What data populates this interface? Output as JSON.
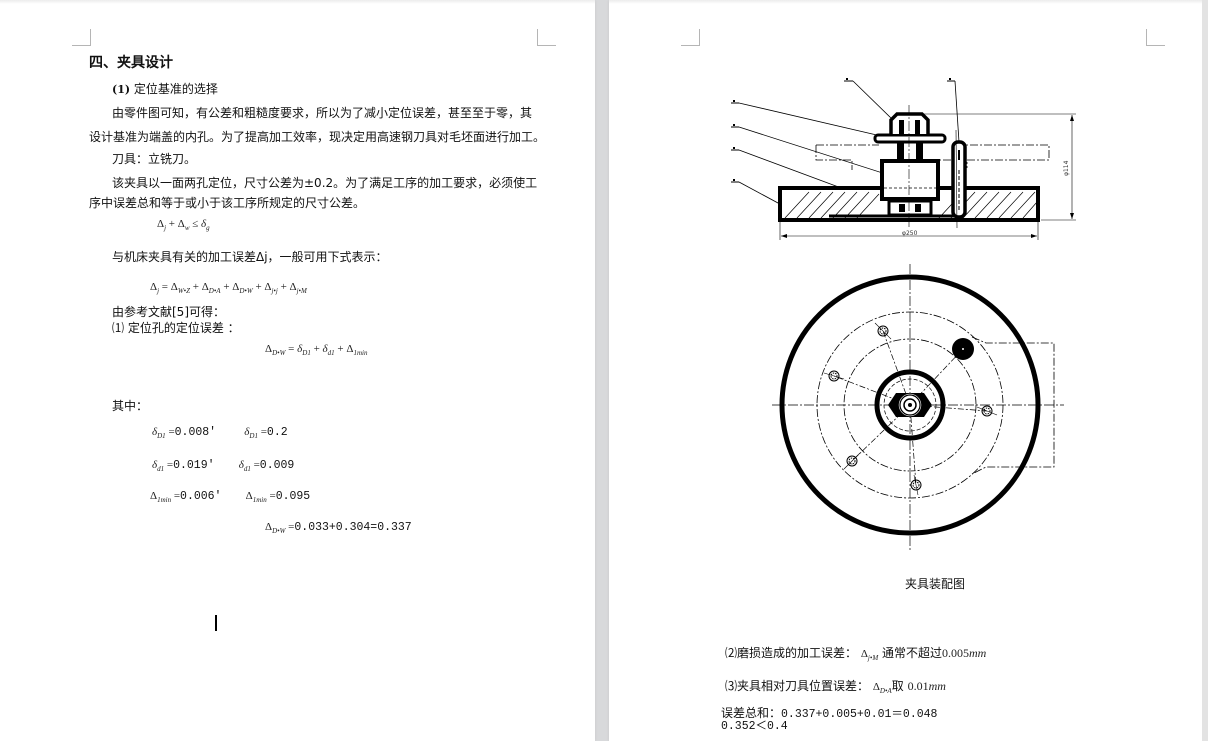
{
  "left_page": {
    "heading": "四、夹具设计",
    "subheading_num": "(1)",
    "subheading": " 定位基准的选择",
    "para1_line1": "由零件图可知，有公差和粗糙度要求，所以为了减小定位误差，甚至至于零，其",
    "para1_line2": "设计基准为端盖的内孔。为了提高加工效率，现决定用高速钢刀具对毛坯面进行加工。",
    "tool_line": "刀具：立铣刀。",
    "para2_line1": "该夹具以一面两孔定位，尺寸公差为±0.2。为了满足工序的加工要求，必须使工",
    "para2_line2": "序中误差总和等于或小于该工序所规定的尺寸公差。",
    "formula1": "Δj + Δw ≤ δg",
    "para3": "与机床夹具有关的加工误差Δj，一般可用下式表示：",
    "formula2": "Δj = ΔW•Z + ΔD•A + ΔD•W + Δj•j + Δj•M",
    "ref_line": "由参考文献[5]可得：",
    "item1": "⑴ 定位孔的定位误差 ：",
    "formula3": "ΔD•W = δD1 + δd1 + Δ1min",
    "where": "其中：",
    "values": [
      {
        "sym": "δD1",
        "val": "0.008'",
        "sym2": "δD1",
        "val2": "0.2"
      },
      {
        "sym": "δd1",
        "val": "0.019'",
        "sym2": "δd1",
        "val2": "0.009"
      },
      {
        "sym": "Δ1min",
        "val": "0.006'",
        "sym2": "Δ1min",
        "val2": "0.095"
      }
    ],
    "result_sym": "ΔD•W",
    "result_val": "0.033+0.304=0.337"
  },
  "right_page": {
    "figure": {
      "caption": "夹具装配图",
      "dim_width": "φ250",
      "dim_height": "φ114"
    },
    "item2_prefix": "⑵磨损造成的加工误差：",
    "item2_sym": "Δj•M",
    "item2_mid": "通常不超过",
    "item2_val": "0.005",
    "item2_unit": "mm",
    "item3_prefix": "⑶夹具相对刀具位置误差：",
    "item3_sym": "ΔD•A",
    "item3_mid": "取",
    "item3_val": "0.01",
    "item3_unit": "mm",
    "sum_label": "误差总和：",
    "sum_expr": "0.337+0.005+0.01＝0.048",
    "compare": "0.352＜0.4"
  }
}
